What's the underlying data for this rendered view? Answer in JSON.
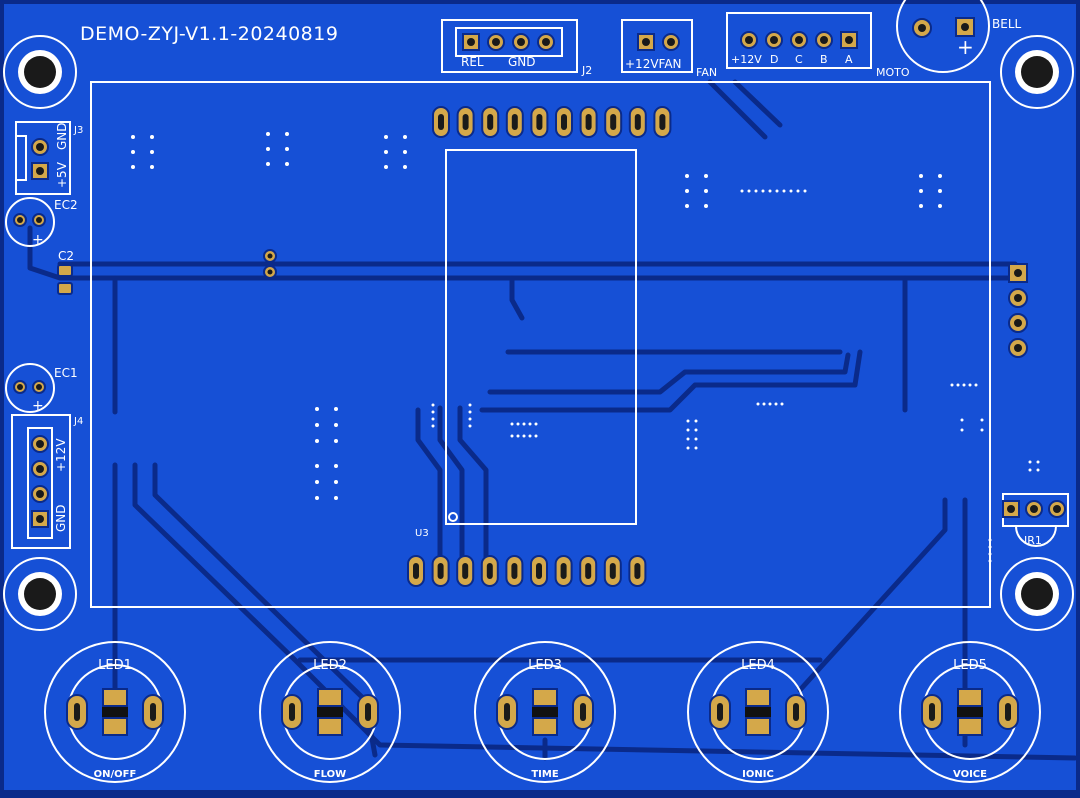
{
  "board": {
    "title": "DEMO-ZYJ-V1.1-20240819",
    "colors": {
      "copper": "#1650d6",
      "trace": "#0a2a8a",
      "pad": "#d4a84a",
      "silk": "#ffffff"
    }
  },
  "connectors": {
    "j2": {
      "ref": "J2",
      "label_rel": "REL",
      "label_gnd": "GND"
    },
    "fan": {
      "ref": "FAN",
      "label": "+12VFAN"
    },
    "moto": {
      "ref": "MOTO",
      "pins": [
        "+12V",
        "D",
        "C",
        "B",
        "A"
      ]
    },
    "bell": {
      "ref": "BELL",
      "plus": "+"
    },
    "j3": {
      "ref": "J3",
      "label_gnd": "GND",
      "label_5v": "+5V"
    },
    "j4": {
      "ref": "J4",
      "label_12v": "+12V",
      "label_gnd": "GND"
    },
    "ir1": {
      "ref": "IR1"
    }
  },
  "components": {
    "ec1": {
      "ref": "EC1",
      "plus": "+"
    },
    "ec2": {
      "ref": "EC2",
      "plus": "+"
    },
    "c2": {
      "ref": "C2"
    },
    "u3": {
      "ref": "U3"
    }
  },
  "leds": [
    {
      "ref": "LED1",
      "label": "ON/OFF"
    },
    {
      "ref": "LED2",
      "label": "FLOW"
    },
    {
      "ref": "LED3",
      "label": "TIME"
    },
    {
      "ref": "LED4",
      "label": "IONIC"
    },
    {
      "ref": "LED5",
      "label": "VOICE"
    }
  ]
}
